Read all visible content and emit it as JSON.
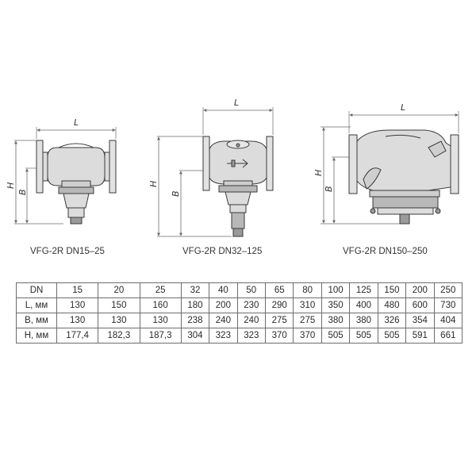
{
  "captions": [
    "VFG-2R DN15–25",
    "VFG-2R DN32–125",
    "VFG-2R DN150–250"
  ],
  "dimension_labels": {
    "length": "L",
    "height": "H",
    "base": "B"
  },
  "table": {
    "rows": [
      {
        "head": "DN",
        "cells": [
          "15",
          "20",
          "25",
          "32",
          "40",
          "50",
          "65",
          "80",
          "100",
          "125",
          "150",
          "200",
          "250"
        ]
      },
      {
        "head": "L, мм",
        "cells": [
          "130",
          "150",
          "160",
          "180",
          "200",
          "230",
          "290",
          "310",
          "350",
          "400",
          "480",
          "600",
          "730"
        ]
      },
      {
        "head": "B, мм",
        "cells": [
          "130",
          "130",
          "130",
          "238",
          "240",
          "240",
          "275",
          "275",
          "380",
          "380",
          "326",
          "354",
          "404"
        ]
      },
      {
        "head": "H, мм",
        "cells": [
          "177,4",
          "182,3",
          "187,3",
          "304",
          "323",
          "323",
          "370",
          "370",
          "505",
          "505",
          "505",
          "591",
          "661"
        ]
      }
    ]
  },
  "colors": {
    "line": "#3a3a3a",
    "fill": "#dcdcdc",
    "dark": "#9a9a9a",
    "dim": "#6a6a6a"
  }
}
